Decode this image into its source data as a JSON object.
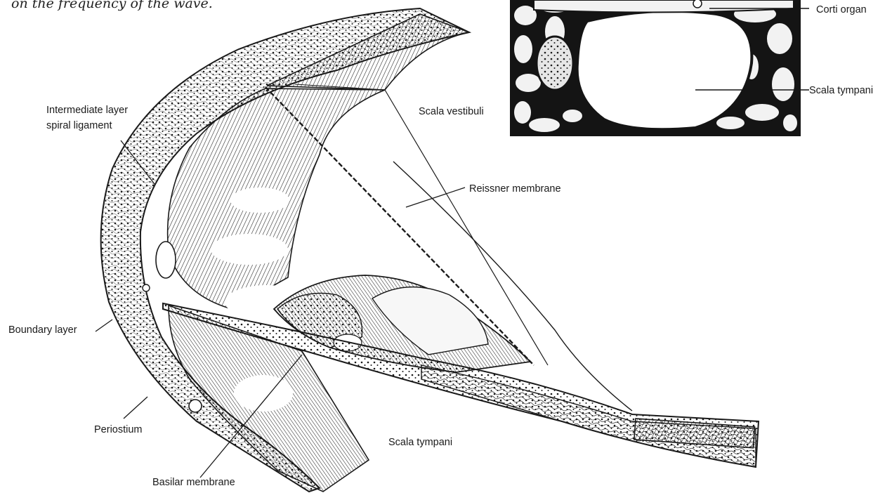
{
  "caption": "on the frequency of the wave.",
  "labels": {
    "corti_organ": "Corti organ",
    "scala_tympani_inset": "Scala tympani",
    "scala_vestibuli": "Scala vestibuli",
    "intermediate_layer_line1": "Intermediate layer",
    "intermediate_layer_line2": "spiral ligament",
    "reissner_membrane": "Reissner membrane",
    "boundary_layer": "Boundary layer",
    "periostium": "Periostium",
    "scala_tympani_main": "Scala tympani",
    "basilar_membrane": "Basilar membrane"
  }
}
